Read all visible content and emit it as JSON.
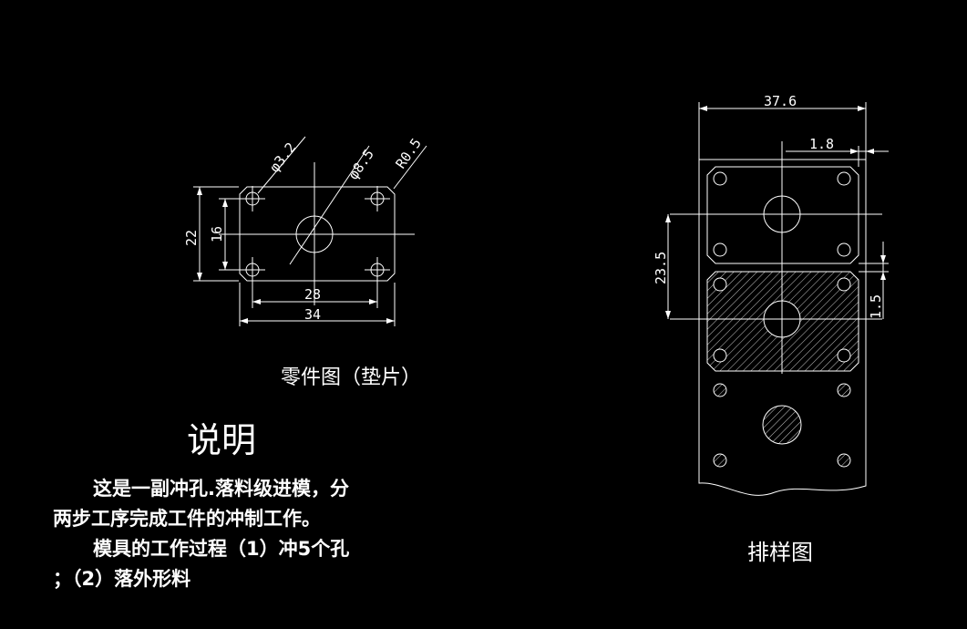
{
  "part_drawing": {
    "title": "零件图（垫片）",
    "dims": {
      "hole_dia": "φ3.2",
      "center_hole_dia": "φ8.5",
      "corner_radius": "R0.5",
      "height_outer": "22",
      "height_inner": "16",
      "width_inner": "28",
      "width_outer": "34"
    }
  },
  "layout_drawing": {
    "title": "排样图",
    "dims": {
      "strip_width": "37.6",
      "side_margin": "1.8",
      "pitch": "23.5",
      "gap": "1.5"
    }
  },
  "description": {
    "heading": "说明",
    "line1": "这是一副冲孔.落料级进模，分",
    "line2": "两步工序完成工件的冲制工作。",
    "line3": "模具的工作过程（1）冲5个孔",
    "line4": "；（2）落外形料"
  },
  "colors": {
    "background": "#000000",
    "lines": "#ffffff"
  }
}
